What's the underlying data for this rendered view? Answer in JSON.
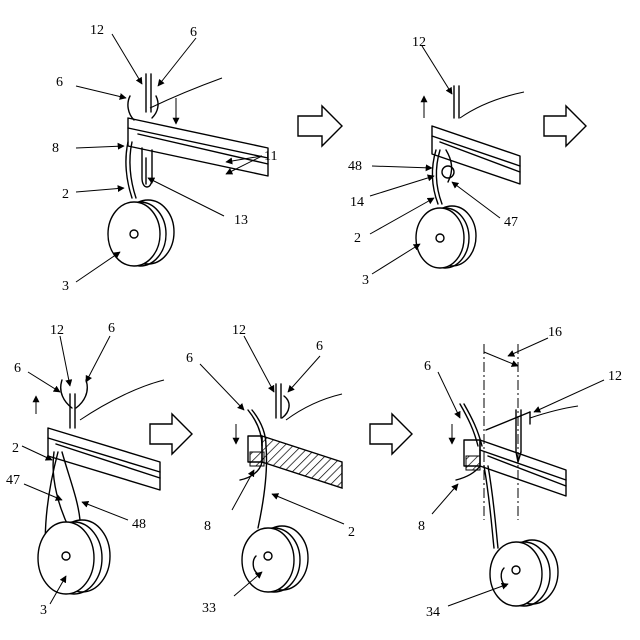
{
  "panels": [
    {
      "id": "p1",
      "labels": [
        "12",
        "6",
        "6",
        "8",
        "11",
        "2",
        "13",
        "3"
      ]
    },
    {
      "id": "p2",
      "labels": [
        "12",
        "48",
        "14",
        "47",
        "2",
        "3"
      ]
    },
    {
      "id": "p3",
      "labels": [
        "12",
        "6",
        "6",
        "2",
        "47",
        "48",
        "3"
      ]
    },
    {
      "id": "p4",
      "labels": [
        "12",
        "6",
        "6",
        "8",
        "2",
        "33"
      ]
    },
    {
      "id": "p5",
      "labels": [
        "16",
        "6",
        "12",
        "8",
        "34"
      ]
    }
  ]
}
